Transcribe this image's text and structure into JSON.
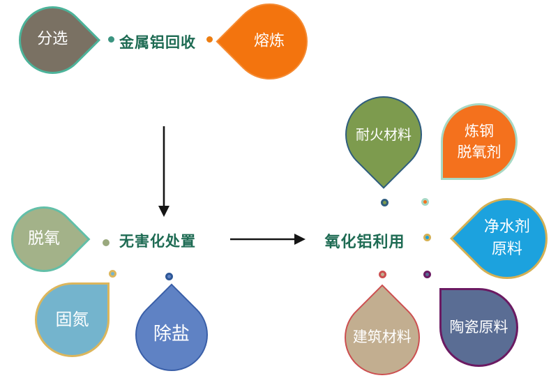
{
  "stages": {
    "text_color": "#1e6b53",
    "recovery": {
      "label": "金属铝回收"
    },
    "disposal": {
      "label": "无害化处置"
    },
    "utilization": {
      "label": "氧化铝利用"
    }
  },
  "arrows": {
    "color": "#151515"
  },
  "nodes": {
    "sorting": {
      "label": "分选",
      "fill": "#7a7163",
      "border": "#4cb39a"
    },
    "smelting": {
      "label": "熔炼",
      "fill": "#f3740e",
      "border": "#f58b33"
    },
    "deoxidation": {
      "label": "脱氧",
      "fill": "#a3b289",
      "border": "#62bfa8"
    },
    "nitrogen_fixation": {
      "label": "固氮",
      "fill": "#74b4cd",
      "border": "#dcb65c"
    },
    "salt_removal": {
      "label": "除盐",
      "fill": "#5f82c4",
      "border": "#3a5fa8"
    },
    "refractory": {
      "label": "耐火材料",
      "fill": "#7d9b4e",
      "border": "#2f5d7e"
    },
    "steel_deoxidizer": {
      "line1": "炼钢",
      "line2": "脱氧剂",
      "fill": "#f4711d",
      "border": "#a7d8c4"
    },
    "water_purifier": {
      "line1": "净水剂",
      "line2": "原料",
      "fill": "#1ca2de",
      "border": "#d4b054"
    },
    "building_materials": {
      "label": "建筑材料",
      "fill": "#c2ae90",
      "border": "#cc4f50"
    },
    "ceramic_raw": {
      "label": "陶瓷原料",
      "fill": "#5a6d94",
      "border": "#6b1a62"
    }
  },
  "dots": {
    "sorting": {
      "fill": "#3b9480",
      "border": "#3b9480"
    },
    "smelting": {
      "fill": "#ed7d11",
      "border": "#ed7d11"
    },
    "deoxidation": {
      "fill": "#9aa97e",
      "border": "#9aa97e"
    },
    "nitrogen_fixation": {
      "fill": "#74b4cd",
      "border": "#dcb65c"
    },
    "salt_removal": {
      "fill": "#5f82c4",
      "border": "#2d5797"
    },
    "refractory": {
      "fill": "#7d9b4e",
      "border": "#2f5d7e"
    },
    "steel_deoxidizer": {
      "fill": "#f4711d",
      "border": "#a7d8c4"
    },
    "water_purifier": {
      "fill": "#1ca2de",
      "border": "#d4b054"
    },
    "building_materials": {
      "fill": "#c2ae90",
      "border": "#cc4f50"
    },
    "ceramic_raw": {
      "fill": "#5a6d94",
      "border": "#6b1a62"
    }
  }
}
